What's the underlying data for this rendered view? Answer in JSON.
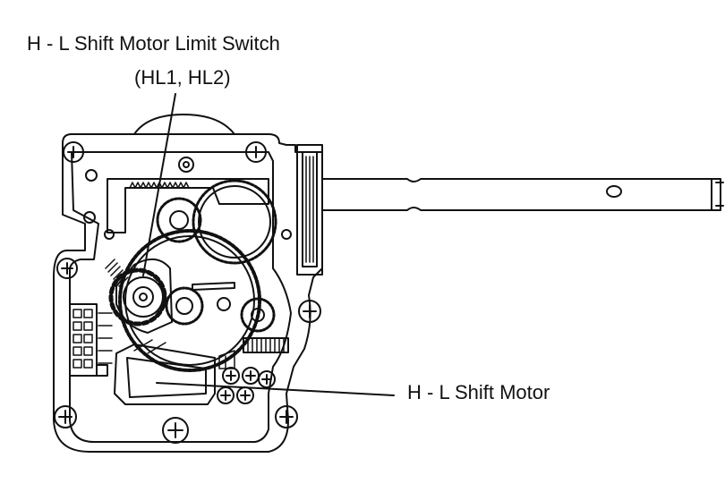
{
  "callouts": {
    "limit_switch": {
      "line1": "H - L Shift Motor Limit Switch",
      "line2": "(HL1, HL2)"
    },
    "motor": {
      "label": "H - L Shift Motor"
    }
  },
  "colors": {
    "stroke": "#111111",
    "background": "#ffffff"
  }
}
